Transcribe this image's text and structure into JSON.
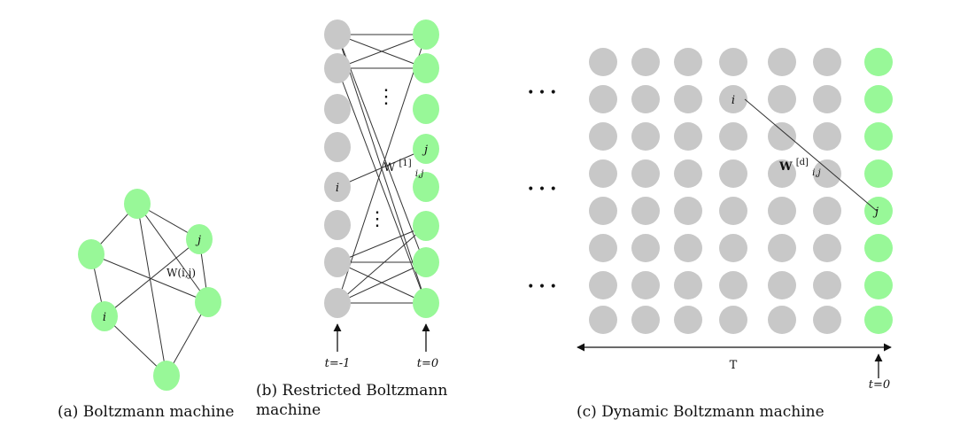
{
  "colors": {
    "hidden_node": "#c8c8c8",
    "visible_node": "#98f898",
    "edge": "#333333"
  },
  "panel_a": {
    "caption": "(a) Boltzmann machine",
    "node_i": "i",
    "node_j": "j",
    "weight_label": "W(i,j)"
  },
  "panel_b": {
    "caption": "(b) Restricted Boltzmann\nmachine",
    "node_i": "i",
    "node_j": "j",
    "weight_base": "W",
    "weight_sup": "[1]",
    "weight_sub": "i,j",
    "axis_left": "t=-1",
    "axis_right": "t=0",
    "ellipsis": "⋮"
  },
  "panel_c": {
    "caption": "(c) Dynamic Boltzmann machine",
    "node_i": "i",
    "node_j": "j",
    "weight_base": "W",
    "weight_sup": "[d]",
    "weight_sub": "i,j",
    "horizon_label": "T",
    "axis_right": "t=0",
    "ellipsis": "• • •"
  }
}
